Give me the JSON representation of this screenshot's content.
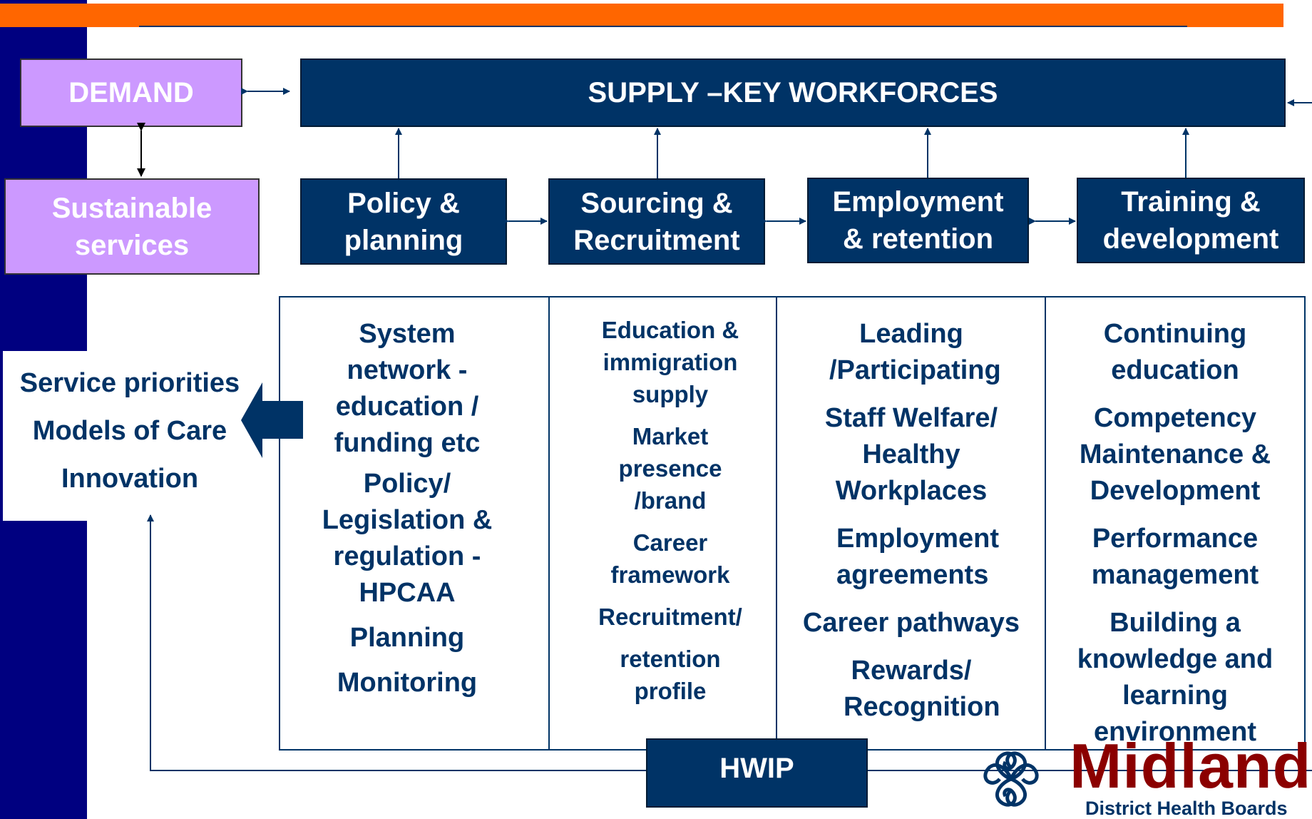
{
  "header": {
    "demand": "DEMAND",
    "supply": "SUPPLY –KEY WORKFORCES",
    "sustainable": "Sustainable services"
  },
  "pillars": [
    {
      "label": "Policy & planning"
    },
    {
      "label": "Sourcing & Recruitment"
    },
    {
      "label": "Employment & retention"
    },
    {
      "label": "Training & development"
    }
  ],
  "columns": [
    {
      "items": [
        "System network - education / funding etc",
        "Policy/ Legislation & regulation - HPCAA",
        "Planning",
        "Monitoring"
      ]
    },
    {
      "items": [
        "Education & immigration supply",
        "Market presence /brand",
        "Career framework",
        "Recruitment/",
        "retention profile"
      ]
    },
    {
      "items": [
        "Leading /Participating",
        "Staff Welfare/ Healthy Workplaces",
        "Employment agreements",
        "Career pathways",
        "Rewards/ Recognition"
      ]
    },
    {
      "items": [
        "Continuing education",
        "Competency Maintenance & Development",
        "Performance management",
        "Building a knowledge and learning environment"
      ]
    }
  ],
  "outcomes": [
    "Service priorities",
    "Models of Care",
    "Innovation"
  ],
  "hwip": "HWIP",
  "logo": {
    "name": "Midland",
    "subtitle": "District Health Boards"
  },
  "colors": {
    "navy": "#003366",
    "lilac": "#cc99ff",
    "orange": "#ff6600",
    "sidebar": "#000080"
  }
}
